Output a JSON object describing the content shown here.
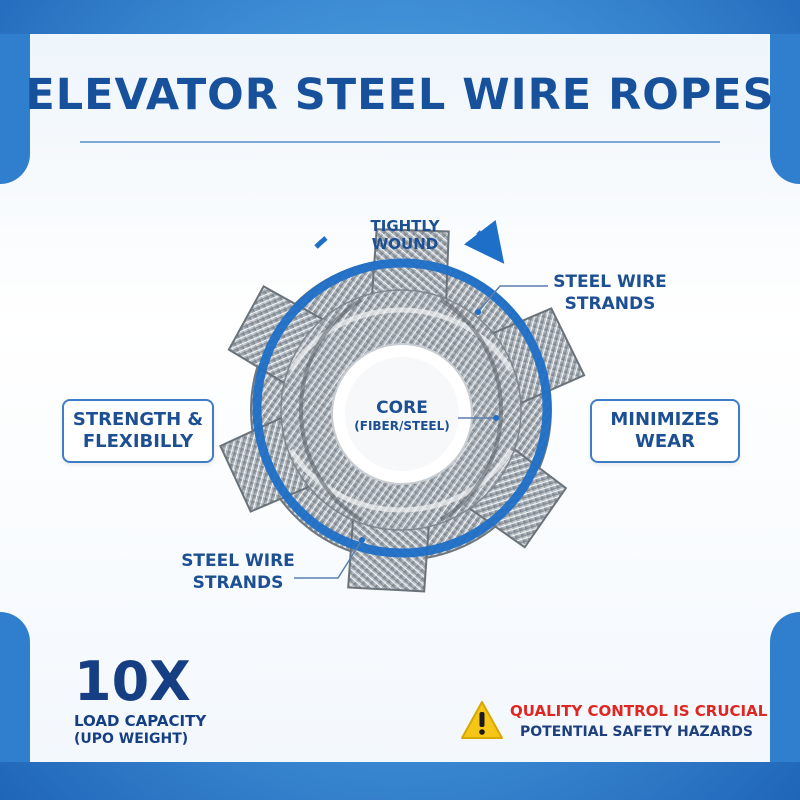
{
  "title": "ELEVATOR STEEL WIRE ROPES",
  "diagram": {
    "arc_label": "TIGHTLY WOUND",
    "core": {
      "label": "CORE",
      "sublabel": "(FIBER/STEEL)"
    },
    "strands_label_top": {
      "line1": "STEEL WIRE",
      "line2": "STRANDS"
    },
    "strands_label_bottom": {
      "line1": "STEEL WIRE",
      "line2": "STRANDS"
    }
  },
  "callouts": {
    "left": {
      "line1": "STRENGTH &",
      "line2": "FLEXIBILLY"
    },
    "right": {
      "line1": "MINIMIZES",
      "line2": "WEAR"
    }
  },
  "stat": {
    "value": "10X",
    "line1": "LOAD CAPACITY",
    "line2": "(UPO WEIGHT)"
  },
  "warning": {
    "icon": "warning-triangle-icon",
    "line1": "QUALITY CONTROL IS CRUCIAL",
    "line2": "POTENTIAL SAFETY HAZARDS"
  },
  "colors": {
    "title": "#17509b",
    "accent_blue": "#2f7fce",
    "ring": "#1e6fc7",
    "warning_red": "#e02622",
    "warning_yellow": "#f5c518"
  }
}
